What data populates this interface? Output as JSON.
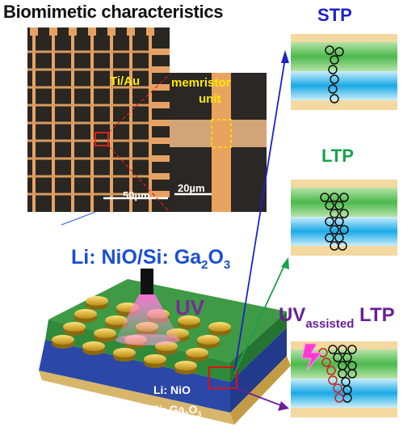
{
  "title": "Biomimetic characteristics",
  "labels": {
    "stp": "STP",
    "ltp": "LTP",
    "uv_prefix": "UV",
    "uv_sub": "assisted",
    "uv_ltp_suffix": " LTP"
  },
  "material": {
    "prefix": "Li: NiO/Si: Ga",
    "sub": "2",
    "mid": "O",
    "sub2": "3"
  },
  "uv_label": "UV",
  "device_layers": {
    "top": "Li: NiO",
    "bottom_prefix": "Si: Ga",
    "bottom_sub": "2",
    "bottom_mid": "O",
    "bottom_sub2": "3"
  },
  "micrograph": {
    "electrode_label": "Ti/Au",
    "unit_label_line1": "memristor",
    "unit_label_line2": "unit",
    "scale_left": "50µm",
    "scale_right": "20µm"
  },
  "colors": {
    "stp": "#1d22c9",
    "ltp": "#17a24a",
    "uv_ltp": "#6a1f99",
    "material_text": "#1a4fd1",
    "layer_green": "#3fae4a",
    "layer_blue": "#1aa9e6",
    "layer_tan": "#f3d9a0"
  }
}
